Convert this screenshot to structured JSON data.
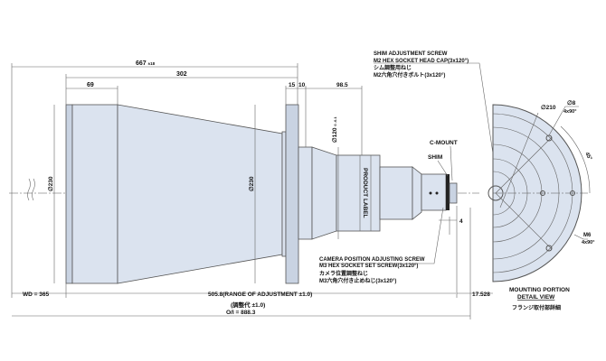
{
  "dimensions": {
    "overall_length": "667",
    "overall_tol": "±18",
    "body_length": "302",
    "front_section": "69",
    "flange": "15",
    "gap": "10",
    "rear_section": "98.5",
    "rear_diameter": "∅120",
    "rear_diameter_tol": "0 -0.1",
    "front_diameter": "∅230",
    "flange_diameter": "∅230",
    "cmount_offset": "4",
    "wd": "WD = 365",
    "range": "505.8(RANGE OF ADJUSTMENT ±1.0)",
    "range_jp": "(調整代 ±1.0)",
    "oi": "O/I = 888.3",
    "flange_back": "17.528"
  },
  "labels": {
    "product_label": "PRODUCT LABEL",
    "c_mount": "C-MOUNT",
    "shim": "SHIM",
    "shim_screw_1": "SHIM ADJUSTMENT SCREW",
    "shim_screw_2": "M2 HEX SOCKET HEAD CAP(3x120°)",
    "shim_screw_jp1": "シム調整用ねじ",
    "shim_screw_jp2": "M2六角穴付きボルト(3x120°)",
    "cam_screw_1": "CAMERA POSITION ADJUSTING SCREW",
    "cam_screw_2": "M3 HEX SOCKET SET SCREW(3x120°)",
    "cam_screw_jp1": "カメラ位置調整ねじ",
    "cam_screw_jp2": "M3六角穴付き止めねじ(3x120°)"
  },
  "detail": {
    "pcd": "∅210",
    "hole": "∅8",
    "hole_count": "4x90°",
    "angle": "45°",
    "thread": "M6",
    "thread_count": "4x90°",
    "title_1": "MOUNTING PORTION",
    "title_2": "DETAIL VIEW",
    "title_jp": "フランジ取付部詳細"
  }
}
